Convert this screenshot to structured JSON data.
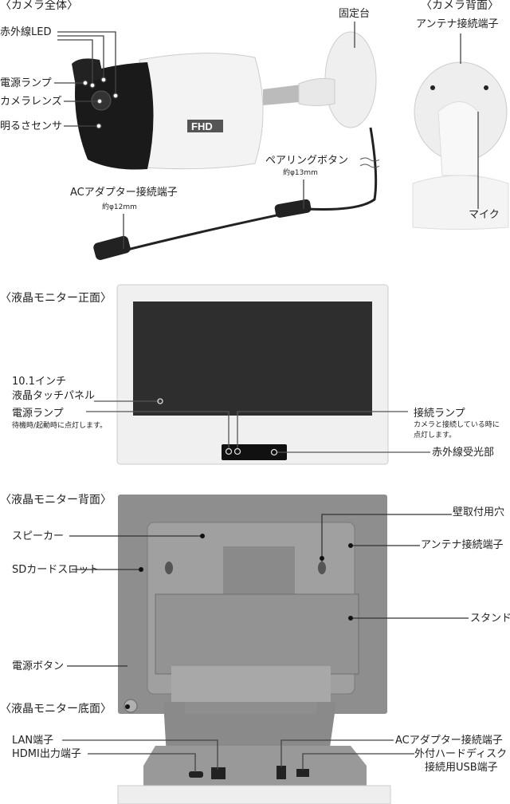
{
  "camera_full": {
    "title": "〈カメラ全体〉",
    "ir_led": "赤外線LED",
    "power_lamp": "電源ランプ",
    "lens": "カメラレンズ",
    "brightness_sensor": "明るさセンサ",
    "mount": "固定台",
    "pairing_button": "ペアリングボタン",
    "pairing_size": "約φ13mm",
    "ac_terminal": "ACアダプター接続端子",
    "ac_size": "約φ12mm",
    "logo": "FHD"
  },
  "camera_back": {
    "title": "〈カメラ背面〉",
    "antenna": "アンテナ接続端子",
    "mic": "マイク"
  },
  "monitor_front": {
    "title": "〈液晶モニター正面〉",
    "panel_line1": "10.1インチ",
    "panel_line2": "液晶タッチパネル",
    "power_lamp": "電源ランプ",
    "power_lamp_note": "待機時/起動時に点灯します。",
    "connect_lamp": "接続ランプ",
    "connect_note1": "カメラと接続している時に",
    "connect_note2": "点灯します。",
    "ir_receiver": "赤外線受光部"
  },
  "monitor_back": {
    "title": "〈液晶モニター背面〉",
    "wall_hole": "壁取付用穴",
    "speaker": "スピーカー",
    "antenna": "アンテナ接続端子",
    "sd_slot": "SDカードスロット",
    "stand": "スタンド",
    "power_button": "電源ボタン"
  },
  "monitor_bottom": {
    "title": "〈液晶モニター底面〉",
    "lan": "LAN端子",
    "hdmi": "HDMI出力端子",
    "ac": "ACアダプター接続端子",
    "usb_line1": "外付ハードディスク",
    "usb_line2": "接続用USB端子"
  }
}
